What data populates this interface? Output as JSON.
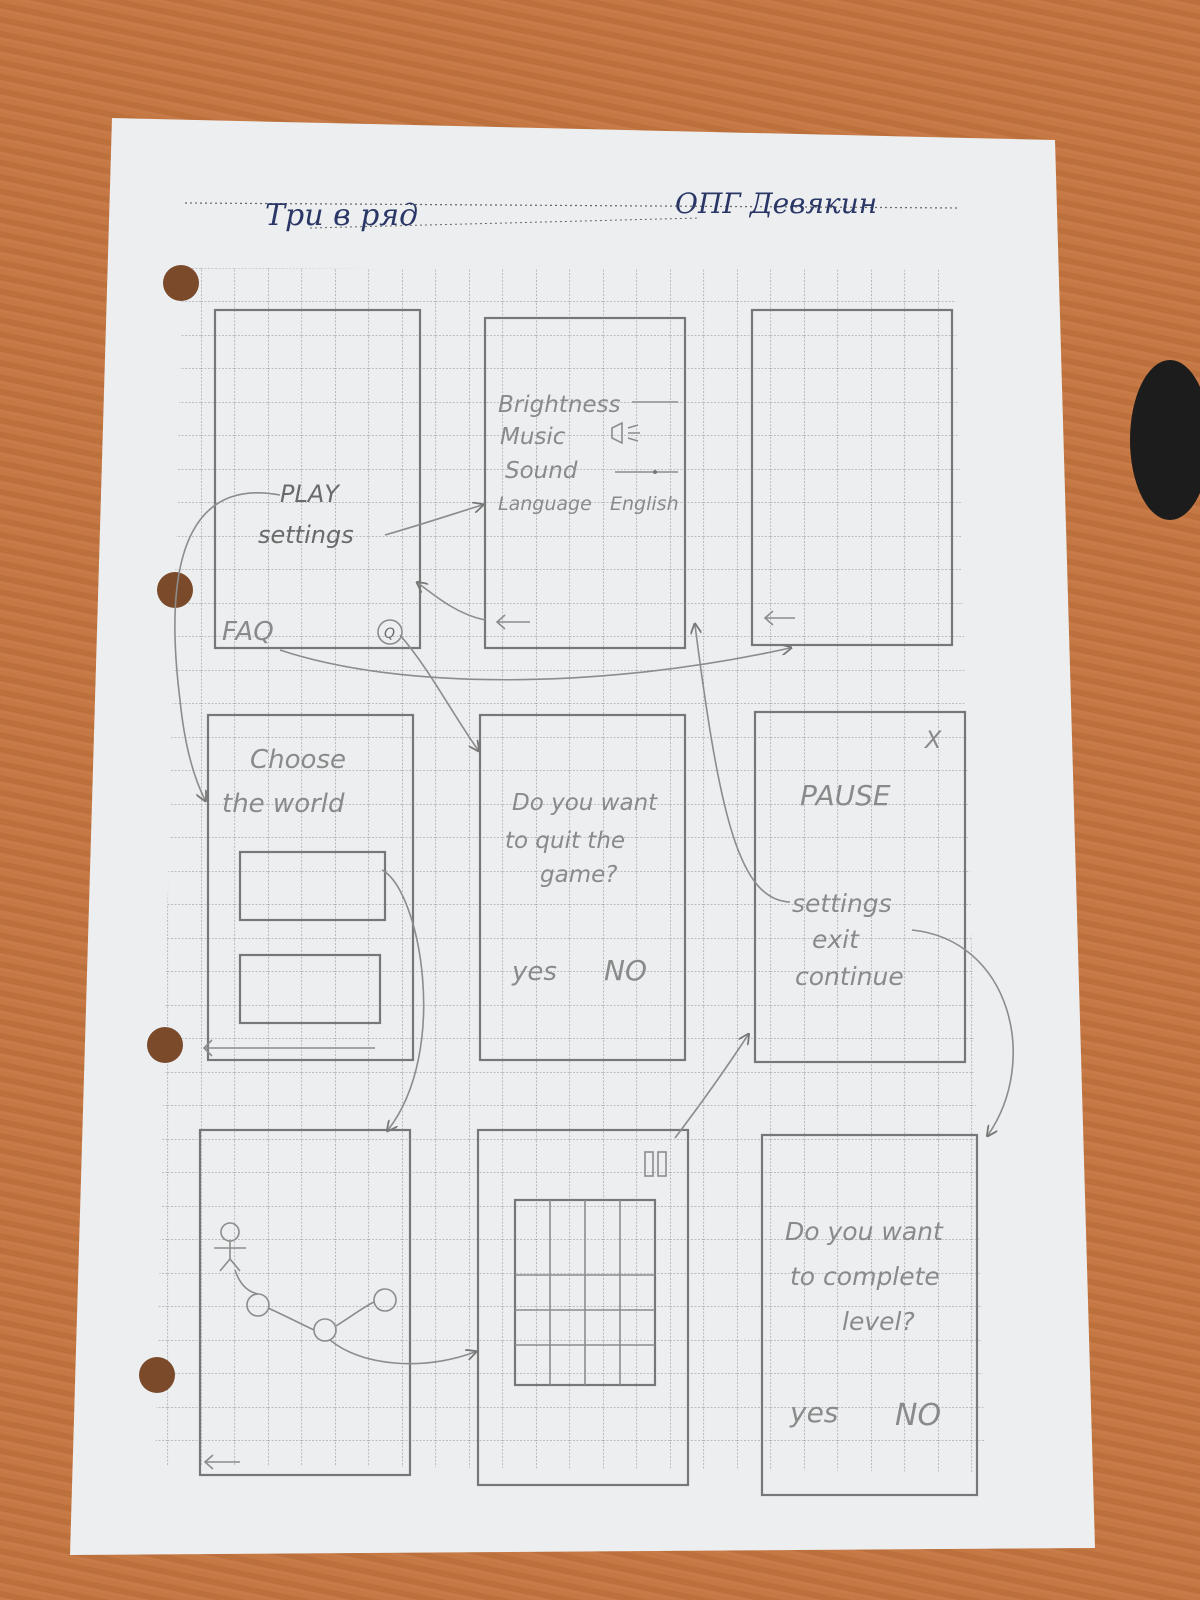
{
  "header": {
    "title": "Три в ряд",
    "author": "ОПГ Девякин"
  },
  "main_menu": {
    "play": "PLAY",
    "settings": "settings",
    "faq": "FAQ",
    "quit_icon": "Q"
  },
  "settings_screen": {
    "brightness": "Brightness",
    "music": "Music",
    "sound": "Sound",
    "language": "Language",
    "language_value": "English"
  },
  "world_screen": {
    "line1": "Choose",
    "line2": "the world"
  },
  "quit_dialog": {
    "line1": "Do you want",
    "line2": "to quit the",
    "line3": "game?",
    "yes": "yes",
    "no": "NO"
  },
  "pause_screen": {
    "title": "PAUSE",
    "close": "X",
    "item1": "settings",
    "item2": "exit",
    "item3": "continue"
  },
  "complete_dialog": {
    "line1": "Do you want",
    "line2": "to complete",
    "line3": "level?",
    "yes": "yes",
    "no": "NO"
  },
  "game_screen": {
    "pause_icon": "II"
  },
  "colors": {
    "paper": "#eeeff1",
    "grid": "#9a9aa0",
    "pencil": "#777777",
    "ink": "#2a3766",
    "table": "#c4743e"
  }
}
